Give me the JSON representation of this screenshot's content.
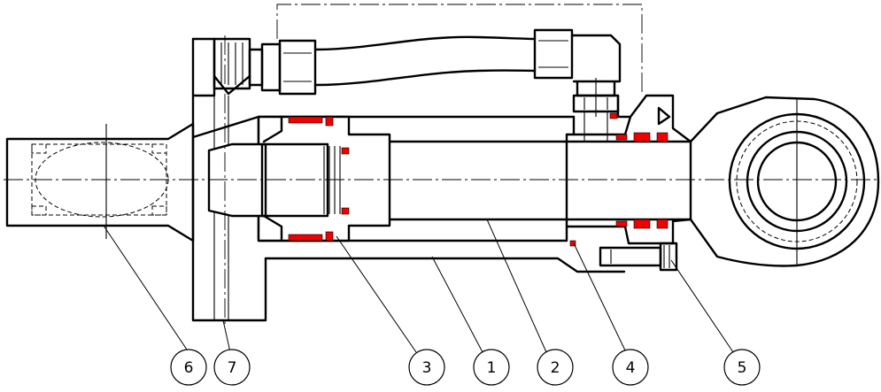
{
  "figure": {
    "callouts": [
      {
        "id": "callout-6",
        "label": "6"
      },
      {
        "id": "callout-7",
        "label": "7"
      },
      {
        "id": "callout-3",
        "label": "3"
      },
      {
        "id": "callout-1",
        "label": "1"
      },
      {
        "id": "callout-2",
        "label": "2"
      },
      {
        "id": "callout-4",
        "label": "4"
      },
      {
        "id": "callout-5",
        "label": "5"
      }
    ],
    "colors": {
      "line": "#000000",
      "seal": "#f00000",
      "background": "#ffffff"
    }
  }
}
